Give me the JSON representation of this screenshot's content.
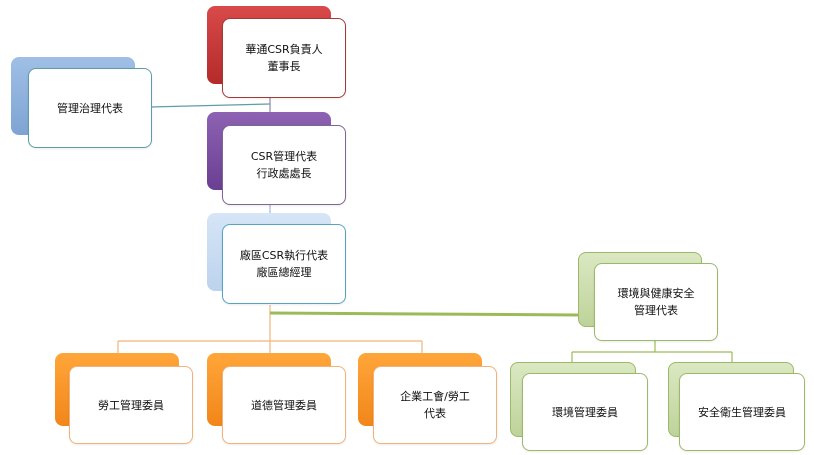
{
  "org_chart": {
    "chairman": {
      "lines": [
        "華通CSR負責人",
        "董事長"
      ]
    },
    "governance": {
      "lines": [
        "管理治理代表"
      ]
    },
    "csr_rep": {
      "lines": [
        "CSR管理代表",
        "行政處處長"
      ]
    },
    "plant": {
      "lines": [
        "廠區CSR執行代表",
        "廠區總經理"
      ]
    },
    "ehs": {
      "lines": [
        "環境與健康安全",
        "管理代表"
      ]
    },
    "labor": {
      "lines": [
        "勞工管理委員"
      ]
    },
    "ethics": {
      "lines": [
        "道德管理委員"
      ]
    },
    "union": {
      "lines": [
        "企業工會/勞工",
        "代表"
      ]
    },
    "environment": {
      "lines": [
        "環境管理委員"
      ]
    },
    "safety": {
      "lines": [
        "安全衛生管理委員"
      ]
    }
  },
  "colors": {
    "red": "#c8383a",
    "blue": "#8fb1dc",
    "purple": "#7a509f",
    "light_blue": "#c9dcf2",
    "orange": "#f7941e",
    "green": "#c9dbab",
    "line_teal": "#5f9ca7",
    "line_orange": "#f2b27a",
    "line_green": "#9bbb59"
  }
}
